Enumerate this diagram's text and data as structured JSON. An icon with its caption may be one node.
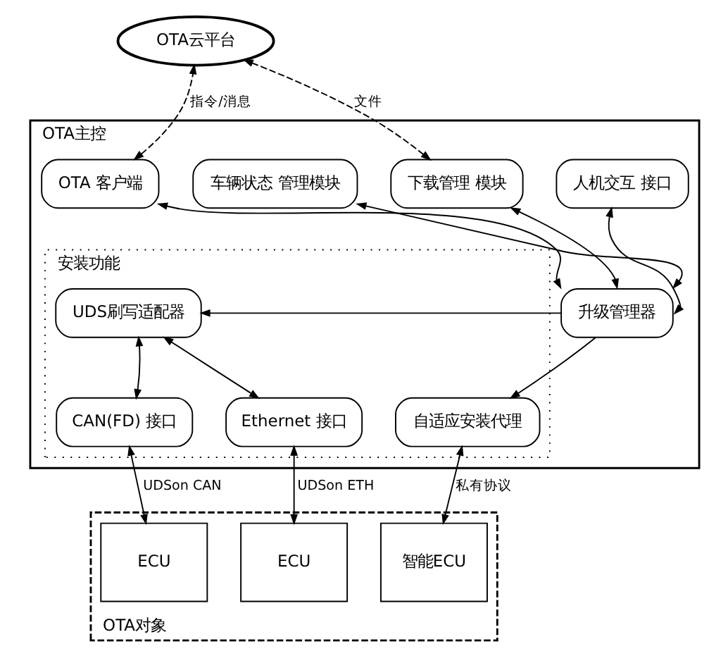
{
  "diagram": {
    "nodes": [
      {
        "text": [
          "OTA云平台"
        ]
      },
      {
        "text": [
          "OTA主控"
        ]
      },
      {
        "text": [
          "OTA 客户端"
        ],
        "in": 1
      },
      {
        "text": [
          "下载管理 模块"
        ],
        "in": 1
      },
      {
        "text": [
          "车辆状态 管理模块"
        ],
        "in": 1
      },
      {
        "text": [
          "人机交互 接口"
        ],
        "in": 1
      },
      {
        "text": [
          "安装功能"
        ],
        "in": 1
      },
      {
        "text": [
          "UDS刷写适配器"
        ],
        "in": 6
      },
      {
        "text": [
          "升级管理器"
        ],
        "in": 1
      },
      {
        "text": [
          "CAN(FD) 接口"
        ],
        "in": 6
      },
      {
        "text": [
          "Ethernet 接口"
        ],
        "in": 6
      },
      {
        "text": [
          "自适应安装代理"
        ],
        "in": 6
      },
      {
        "text": [
          "OTA对象"
        ]
      },
      {
        "text": [
          "ECU"
        ],
        "in": 12
      },
      {
        "text": [
          "ECU"
        ],
        "in": 12
      },
      {
        "text": [
          "智能ECU"
        ],
        "in": 12
      }
    ],
    "edges": [
      {
        "from": 2,
        "to": 0,
        "arrow": "both",
        "label": "指令/消息",
        "style": "dashed"
      },
      {
        "from": 3,
        "to": 0,
        "arrow": "both",
        "label": "文件",
        "style": "dashed"
      },
      {
        "from": 8,
        "to": 2,
        "arrow": "both"
      },
      {
        "from": 8,
        "to": 3,
        "arrow": "both"
      },
      {
        "from": 8,
        "to": 4,
        "arrow": "both"
      },
      {
        "from": 8,
        "to": 5,
        "arrow": "both"
      },
      {
        "from": 8,
        "to": 7,
        "arrow": "to"
      },
      {
        "from": 7,
        "to": 9,
        "arrow": "both"
      },
      {
        "from": 7,
        "to": 10,
        "arrow": "both"
      },
      {
        "from": 8,
        "to": 11,
        "arrow": "to"
      },
      {
        "from": 9,
        "to": 13,
        "arrow": "both",
        "label": "UDSon CAN"
      },
      {
        "from": 10,
        "to": 14,
        "arrow": "both",
        "label": "UDSon ETH"
      },
      {
        "from": 11,
        "to": 15,
        "arrow": "both",
        "label": "私有协议"
      }
    ]
  }
}
